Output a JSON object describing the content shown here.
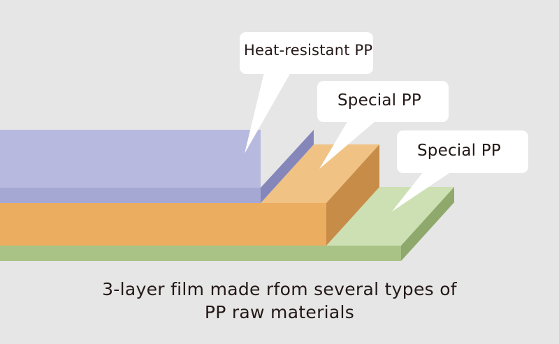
{
  "labels": {
    "top_layer": "Heat-resistant PP",
    "middle_layer": "Special PP",
    "bottom_layer": "Special PP"
  },
  "caption": {
    "line1": "3-layer film made rfom several types of",
    "line2": "PP raw materials"
  },
  "colors": {
    "background": "#e6e6e7",
    "top_layer_face": "#b7b9df",
    "top_layer_top": "#b9bae0",
    "top_layer_side": "#8587bb",
    "middle_layer_face": "#ebad5f",
    "middle_layer_top": "#f0c283",
    "middle_layer_side": "#c78c47",
    "bottom_layer_face": "#a9c387",
    "bottom_layer_top": "#cde0b3",
    "bottom_layer_side": "#8ea96b",
    "callout": "#ffffff",
    "text": "#231815"
  }
}
